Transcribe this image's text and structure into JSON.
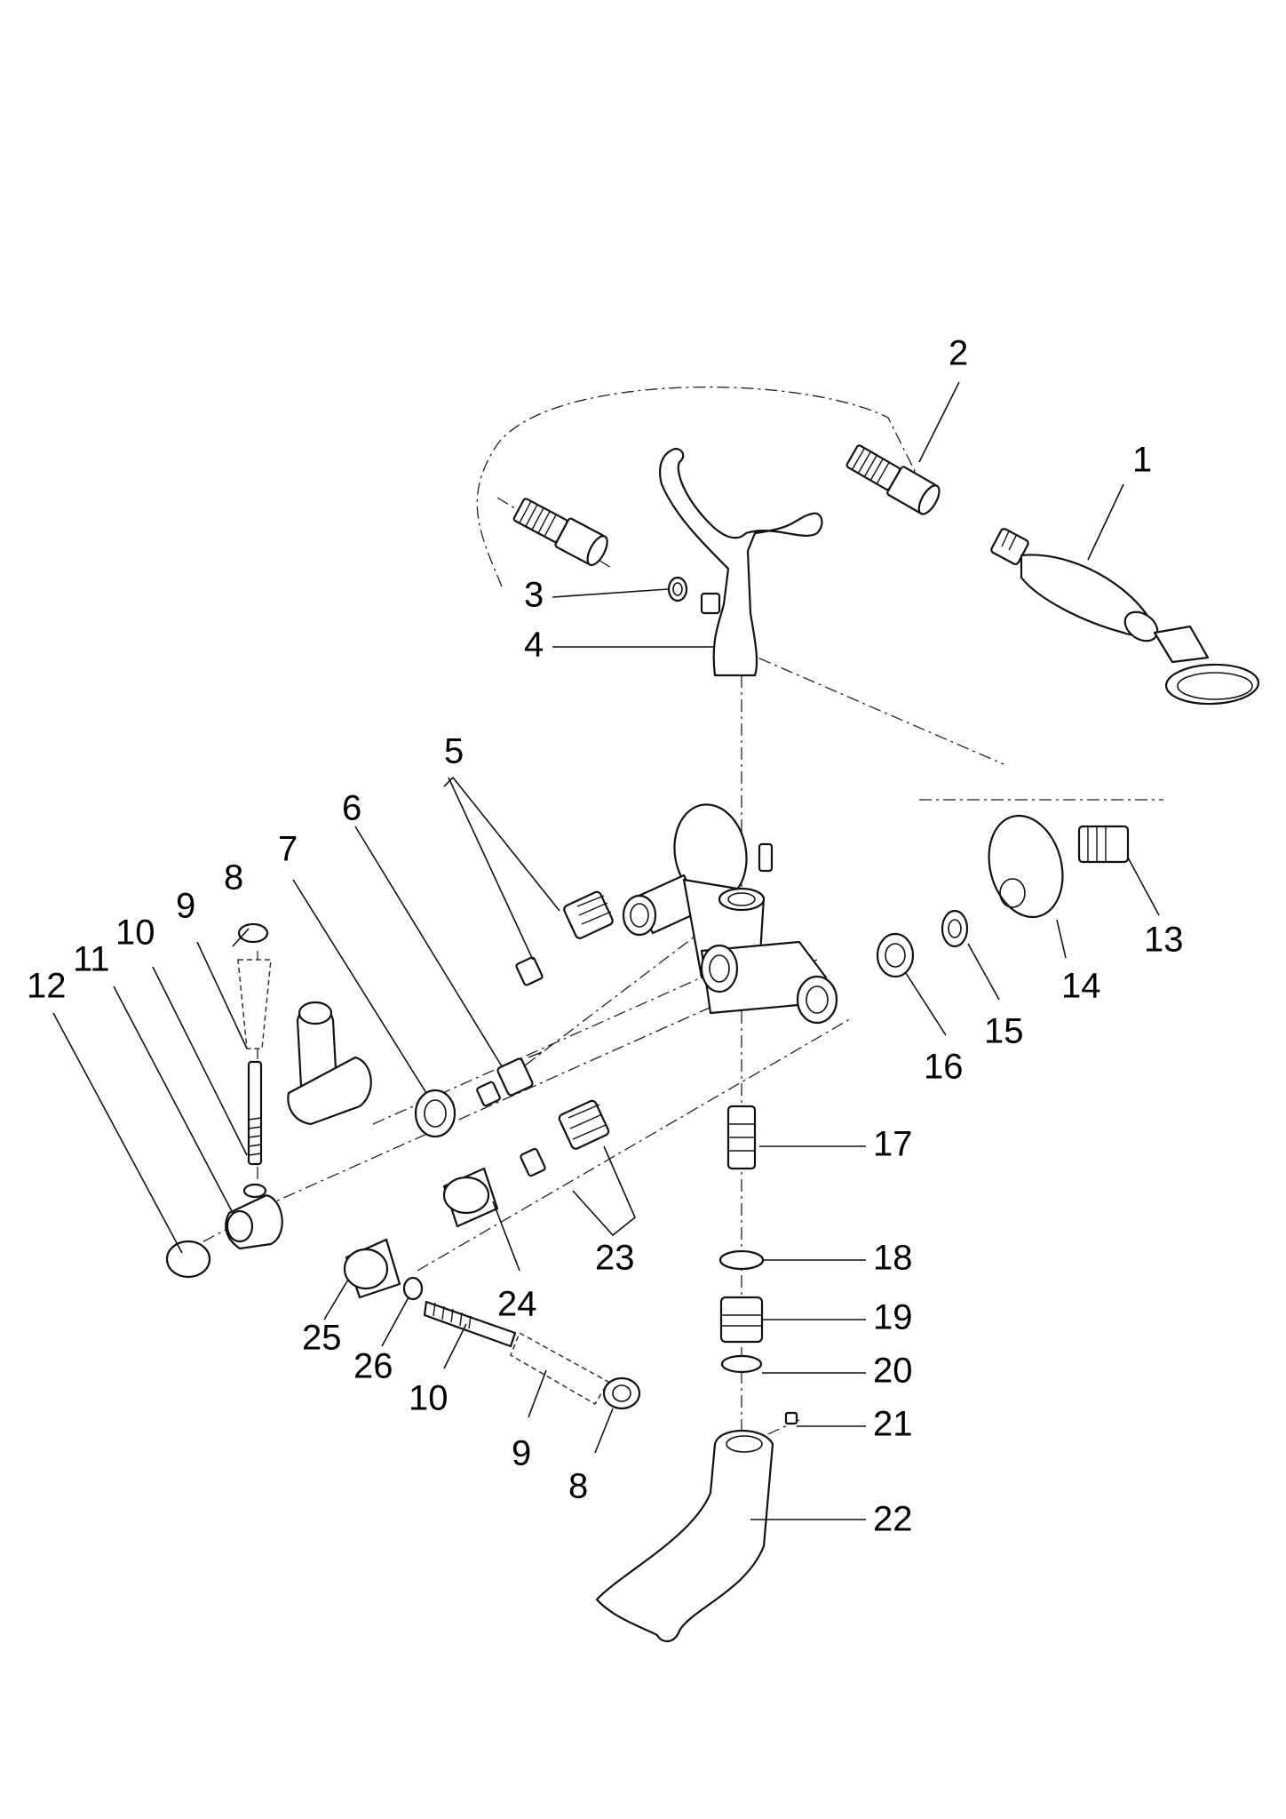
{
  "callouts": [
    {
      "key": "c1",
      "label": "1"
    },
    {
      "key": "c2",
      "label": "2"
    },
    {
      "key": "c3",
      "label": "3"
    },
    {
      "key": "c4",
      "label": "4"
    },
    {
      "key": "c5",
      "label": "5"
    },
    {
      "key": "c6",
      "label": "6"
    },
    {
      "key": "c7",
      "label": "7"
    },
    {
      "key": "c8a",
      "label": "8"
    },
    {
      "key": "c9a",
      "label": "9"
    },
    {
      "key": "c10a",
      "label": "10"
    },
    {
      "key": "c11",
      "label": "11"
    },
    {
      "key": "c12",
      "label": "12"
    },
    {
      "key": "c13",
      "label": "13"
    },
    {
      "key": "c14",
      "label": "14"
    },
    {
      "key": "c15",
      "label": "15"
    },
    {
      "key": "c16",
      "label": "16"
    },
    {
      "key": "c17",
      "label": "17"
    },
    {
      "key": "c18",
      "label": "18"
    },
    {
      "key": "c19",
      "label": "19"
    },
    {
      "key": "c20",
      "label": "20"
    },
    {
      "key": "c21",
      "label": "21"
    },
    {
      "key": "c22",
      "label": "22"
    },
    {
      "key": "c23",
      "label": "23"
    },
    {
      "key": "c24",
      "label": "24"
    },
    {
      "key": "c25",
      "label": "25"
    },
    {
      "key": "c26",
      "label": "26"
    },
    {
      "key": "c10b",
      "label": "10"
    },
    {
      "key": "c9b",
      "label": "9"
    },
    {
      "key": "c8b",
      "label": "8"
    }
  ]
}
